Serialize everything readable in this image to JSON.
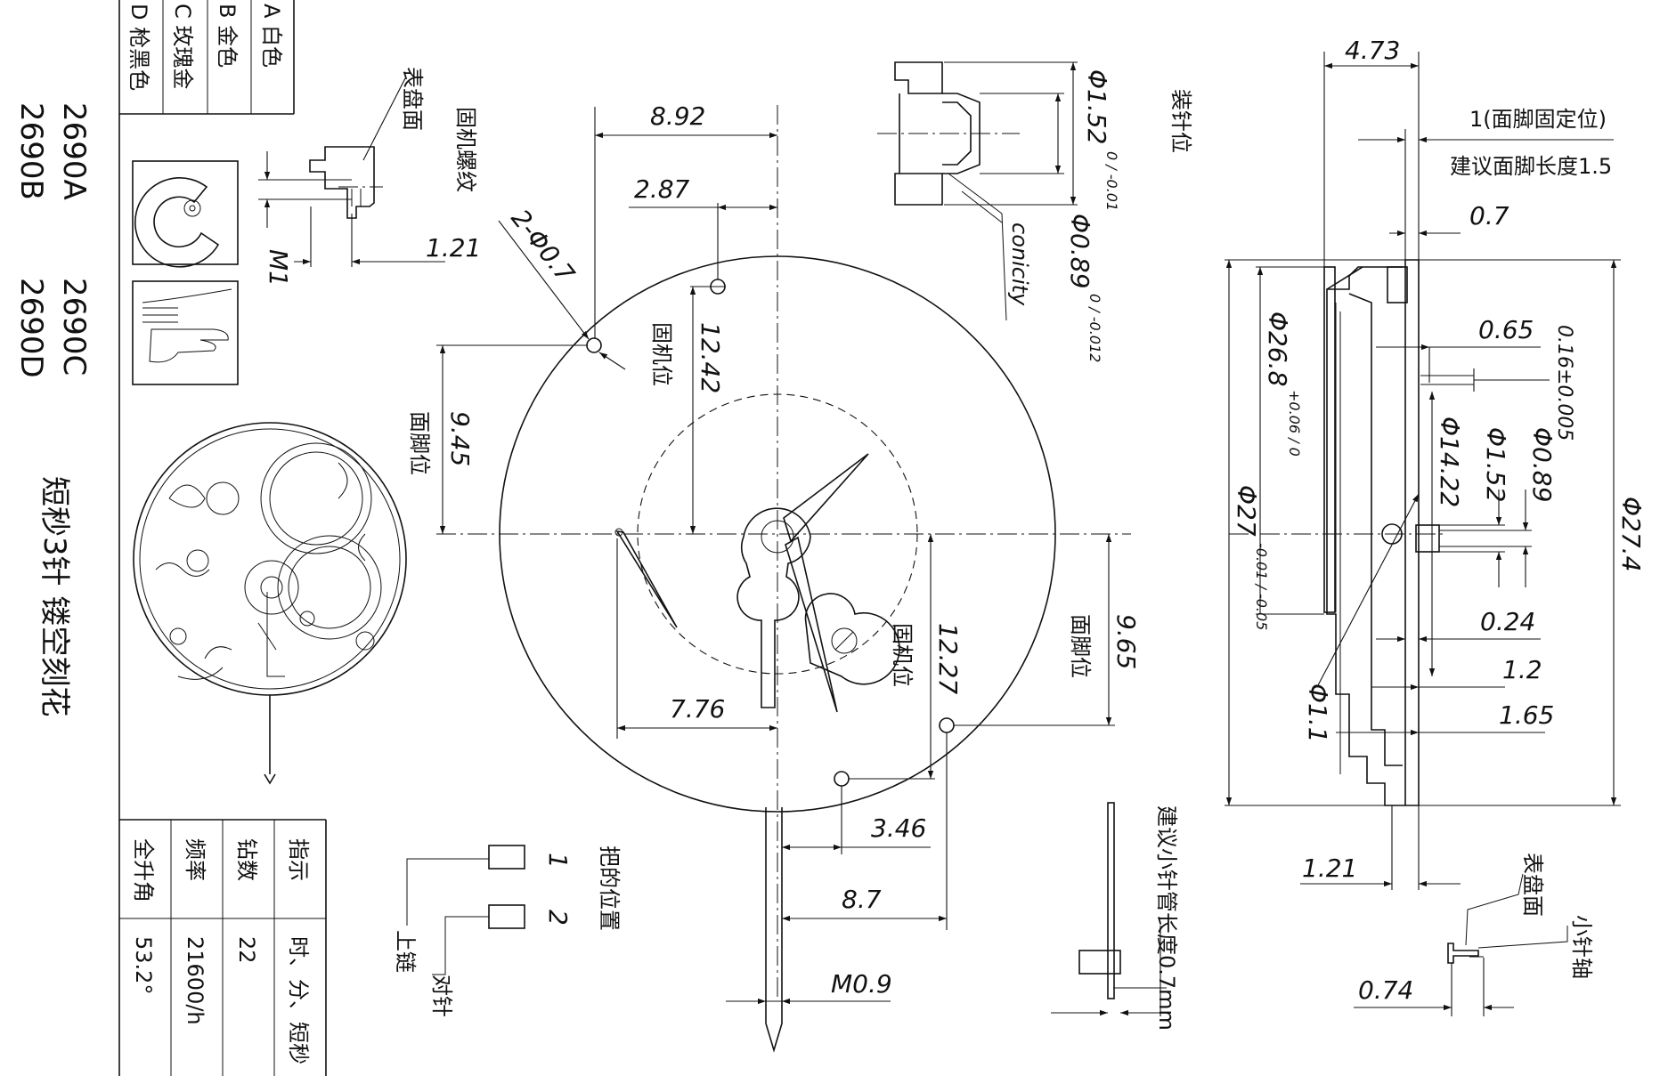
{
  "title_block": {
    "variants": [
      "A 白色",
      "B 金色",
      "C 玫瑰金",
      "D 枪黑色"
    ],
    "models": [
      "2690A",
      "2690B",
      "2690C",
      "2690D"
    ],
    "description": "短秒3针 镂空刻花"
  },
  "spec_table": {
    "rows": [
      {
        "label": "指示",
        "value": "时、分、短秒"
      },
      {
        "label": "钻数",
        "value": "22"
      },
      {
        "label": "频率",
        "value": "21600/h"
      },
      {
        "label": "全升角",
        "value": "53.2°"
      }
    ]
  },
  "crown_positions": {
    "title": "把的位置",
    "pos1": "1",
    "pos2": "2",
    "winding": "上链",
    "setting": "对针"
  },
  "front_view": {
    "dims": {
      "d_8_92": "8.92",
      "d_2_87": "2.87",
      "d_2phi07": "2-Φ0.7",
      "d_12_42": "12.42",
      "d_9_45": "9.45",
      "d_9_65": "9.65",
      "d_12_27": "12.27",
      "d_7_76": "7.76",
      "d_3_46": "3.46",
      "d_8_7": "8.7",
      "d_m09": "M0.9"
    },
    "labels": {
      "case_pos_1": "固机位",
      "case_pos_2": "固机位",
      "dial_pos_1": "面脚位",
      "dial_pos_2": "面脚位"
    }
  },
  "dial_thread_detail": {
    "label_thread": "固机螺纹",
    "label_dial": "表盘面",
    "m1": "M1",
    "d_1_21": "1.21"
  },
  "hand_seat_detail": {
    "label": "装针位",
    "d_outer": "Φ1.52",
    "tol_outer": "0 / -0.01",
    "d_inner": "Φ0.89",
    "tol_inner": "0 / -0.012",
    "conicity": "conicity"
  },
  "side_view": {
    "d_4_73": "4.73",
    "note_1": "1(面脚固定位)",
    "note_2": "建议面脚长度1.5",
    "d_0_7": "0.7",
    "d_26_8": "Φ26.8",
    "tol_26_8": "+0.06 / 0",
    "d_27": "Φ27",
    "tol_27": "-0.01 / -0.05",
    "d_0_65": "0.65",
    "d_0_16": "0.16±0.005",
    "d_14_22": "Φ14.22",
    "d_1_52": "Φ1.52",
    "d_0_89": "Φ0.89",
    "d_27_4": "Φ27.4",
    "d_0_24": "0.24",
    "d_1_2": "1.2",
    "d_1_65": "1.65",
    "d_1_1": "Φ1.1",
    "d_1_21": "1.21"
  },
  "small_seconds_detail": {
    "note": "建议小针管长度0.7mm",
    "label_dial": "表盘面",
    "label_axle": "小针轴",
    "d_0_74": "0.74"
  }
}
